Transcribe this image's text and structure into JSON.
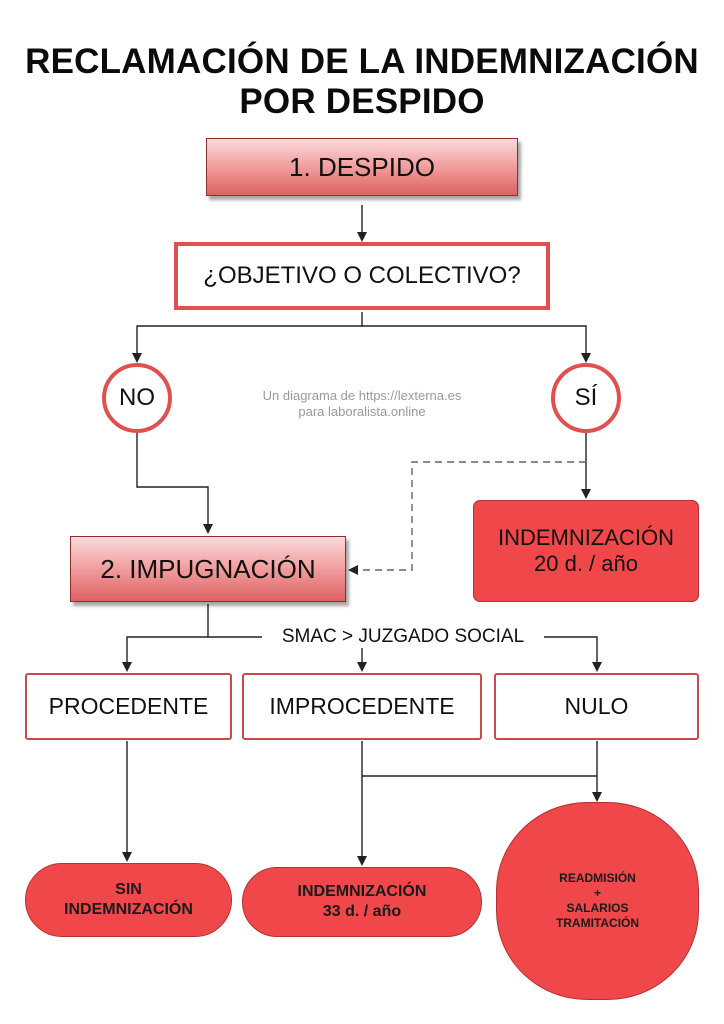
{
  "title": {
    "line1": "RECLAMACIÓN DE LA INDEMNIZACIÓN",
    "line2": "POR DESPIDO"
  },
  "nodes": {
    "despido": "1. DESPIDO",
    "question": "¿OBJETIVO O COLECTIVO?",
    "no": "NO",
    "si": "SÍ",
    "impugnacion": "2. IMPUGNACIÓN",
    "indem20_line1": "INDEMNIZACIÓN",
    "indem20_line2": "20 d. / año",
    "smac": "SMAC > JUZGADO SOCIAL",
    "procedente": "PROCEDENTE",
    "improcedente": "IMPROCEDENTE",
    "nulo": "NULO",
    "sin_line1": "SIN",
    "sin_line2": "INDEMNIZACIÓN",
    "indem33_line1": "INDEMNIZACIÓN",
    "indem33_line2": "33 d. / año",
    "readm_line1": "READMISIÓN",
    "readm_line2": "+",
    "readm_line3": "SALARIOS",
    "readm_line4": "TRAMITACIÓN"
  },
  "watermark": {
    "line1": "Un diagrama de https://lexterna.es",
    "line2": "para laboralista.online"
  },
  "colors": {
    "accent": "#e05050",
    "fill_red": "#f0474a",
    "line": "#222222",
    "dashed": "#666666"
  }
}
